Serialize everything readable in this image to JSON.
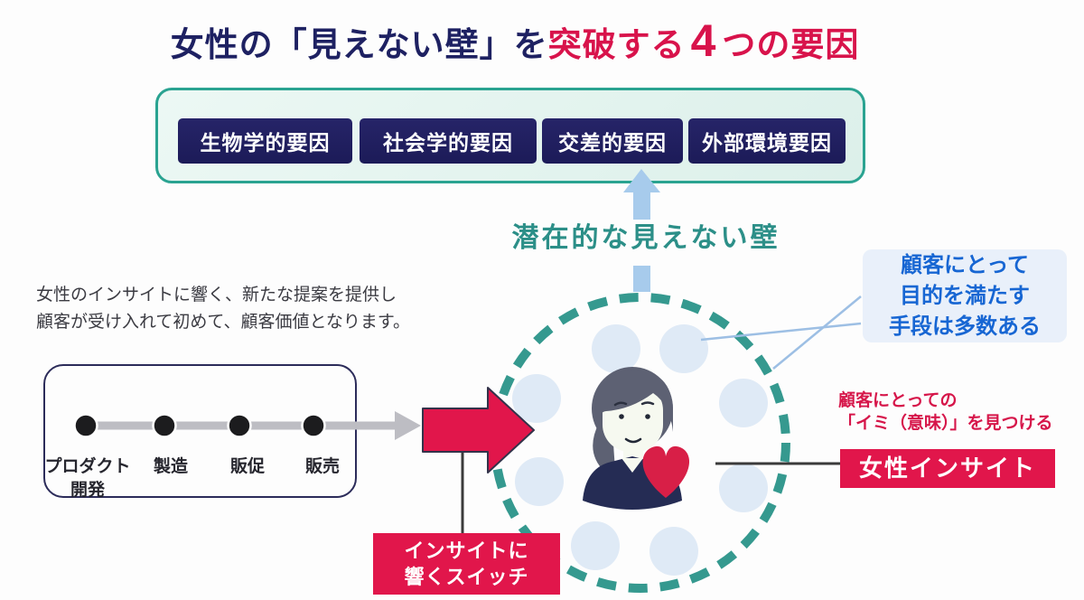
{
  "title": {
    "navy_part": "女性の「見えない壁」を",
    "red_part1": "突破する",
    "red_number": "4",
    "red_part2": "つの要因"
  },
  "factors": {
    "items": [
      "生物学的要因",
      "社会学的要因",
      "交差的要因",
      "外部環境要因"
    ]
  },
  "barrier_label": "潜在的な見えない壁",
  "left_note": {
    "line1": "女性のインサイトに響く、新たな提案を提供し",
    "line2": "顧客が受け入れて初めて、顧客価値となります。"
  },
  "process": {
    "steps": [
      "プロダクト",
      "開発",
      "製造",
      "販促",
      "販売"
    ]
  },
  "callout_blue": {
    "line1": "顧客にとって",
    "line2": "目的を満たす",
    "line3": "手段は多数ある"
  },
  "insight_note": {
    "line1": "顧客にとっての",
    "line2": "「イミ（意味）」を見つける"
  },
  "insight_button_label": "女性インサイト",
  "switch_box": {
    "line1": "インサイトに",
    "line2": "響くスイッチ"
  },
  "colors": {
    "navy": "#1e2162",
    "crimson": "#e1164b",
    "teal": "#2aa391",
    "teal_text": "#2c8f88",
    "light_blue_arrow": "#a7cbec",
    "light_blue_circle": "#dfeaf6",
    "blue_text": "#1766d3",
    "gray_flow": "#bdbdc3"
  }
}
